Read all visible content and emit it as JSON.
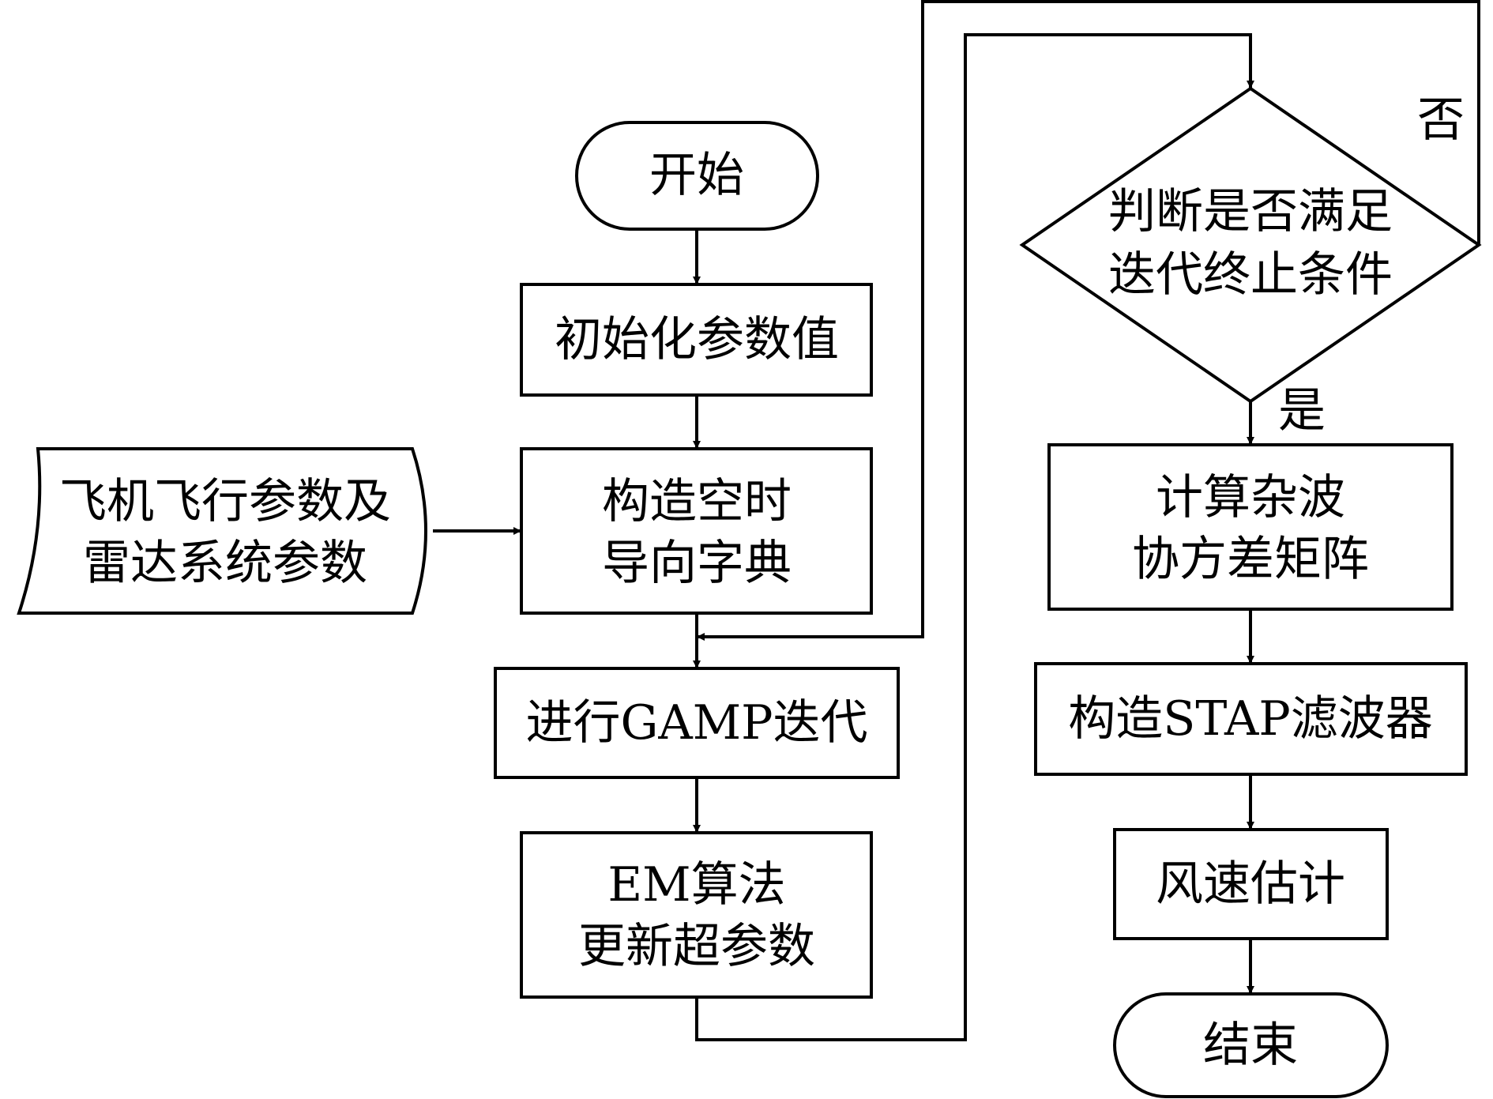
{
  "nodes": {
    "start": {
      "label": "开始"
    },
    "init_params": {
      "label": "初始化参数值"
    },
    "flight_radar_params": {
      "lines": [
        "飞机飞行参数及",
        "雷达系统参数"
      ]
    },
    "build_dictionary": {
      "lines": [
        "构造空时",
        "导向字典"
      ]
    },
    "gamp_iteration": {
      "label": "进行GAMP迭代"
    },
    "em_update": {
      "lines": [
        "EM算法",
        "更新超参数"
      ]
    },
    "decision": {
      "lines": [
        "判断是否满足",
        "迭代终止条件"
      ]
    },
    "clutter_covariance": {
      "lines": [
        "计算杂波",
        "协方差矩阵"
      ]
    },
    "stap_filter": {
      "label": "构造STAP滤波器"
    },
    "wind_estimate": {
      "label": "风速估计"
    },
    "end": {
      "label": "结束"
    }
  },
  "edge_labels": {
    "no": "否",
    "yes": "是"
  }
}
